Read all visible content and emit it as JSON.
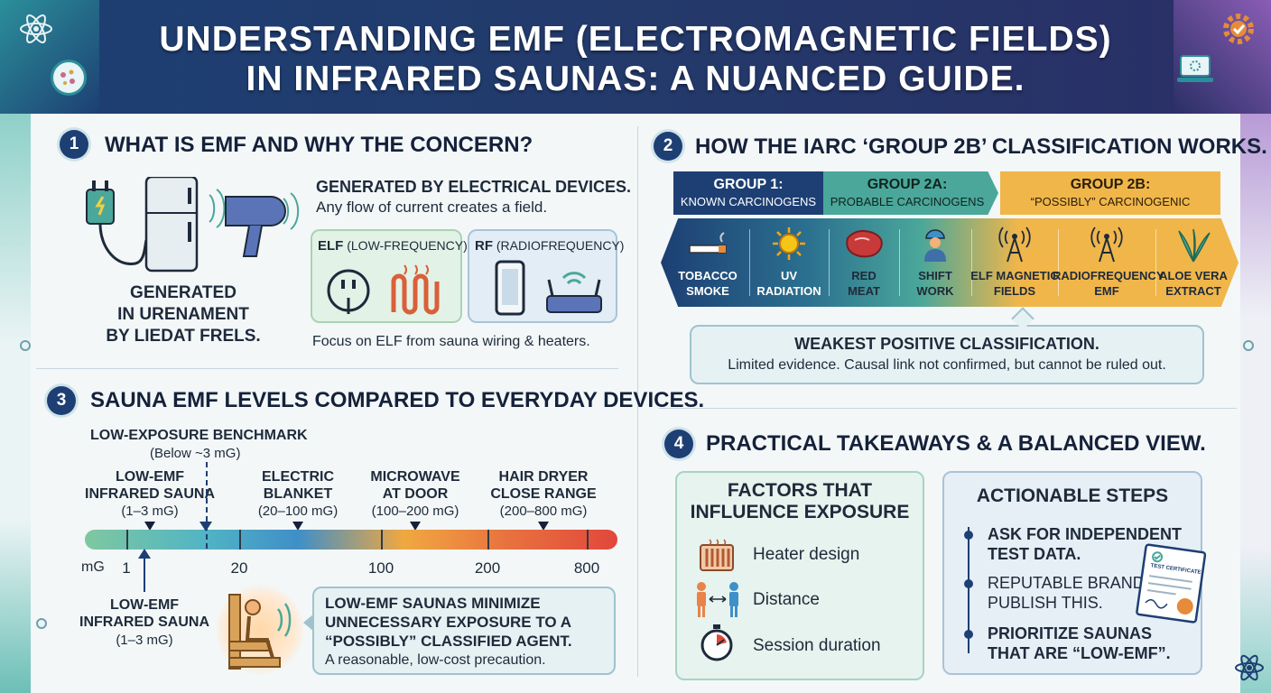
{
  "title": {
    "line1": "UNDERSTANDING EMF (ELECTROMAGNETIC FIELDS)",
    "line2": "IN INFRARED SAUNAS: A NUANCED GUIDE."
  },
  "s1": {
    "number": "1",
    "heading": "WHAT IS EMF AND WHY THE CONCERN?",
    "generated_heading": "GENERATED BY ELECTRICAL DEVICES.",
    "generated_sub": "Any flow of current creates a field.",
    "left_caption": [
      "GENERATED",
      "IN URENAMENT",
      "BY LIEDAT FRELS."
    ],
    "elf_label": "ELF",
    "elf_sub": "(LOW-FREQUENCY)",
    "rf_label": "RF",
    "rf_sub": "(RADIOFREQUENCY)",
    "focus": "Focus on ELF from sauna wiring & heaters."
  },
  "s2": {
    "number": "2",
    "heading": "HOW THE IARC ‘GROUP 2B’ CLASSIFICATION WORKS.",
    "groups": [
      {
        "name": "GROUP 1:",
        "desc": "KNOWN CARCINOGENS",
        "color": "#1d3f73"
      },
      {
        "name": "GROUP 2A:",
        "desc": "PROBABLE CARCINOGENS",
        "color": "#4aa79a"
      },
      {
        "name": "GROUP 2B:",
        "desc": "“POSSIBLY” CARCINOGENIC",
        "color": "#f0b64a"
      }
    ],
    "items": [
      {
        "l1": "TOBACCO",
        "l2": "SMOKE",
        "icon": "cigarette-icon"
      },
      {
        "l1": "UV",
        "l2": "RADIATION",
        "icon": "sun-icon"
      },
      {
        "l1": "RED",
        "l2": "MEAT",
        "icon": "steak-icon"
      },
      {
        "l1": "SHIFT",
        "l2": "WORK",
        "icon": "worker-icon"
      },
      {
        "l1": "ELF MAGNETIC",
        "l2": "FIELDS",
        "icon": "antenna-icon"
      },
      {
        "l1": "RADIOFREQUENCY",
        "l2": "EMF",
        "icon": "antenna-icon"
      },
      {
        "l1": "ALOE VERA",
        "l2": "EXTRACT",
        "icon": "aloe-icon"
      }
    ],
    "callout_title": "WEAKEST POSITIVE CLASSIFICATION.",
    "callout_sub": "Limited evidence. Causal link not confirmed, but cannot be ruled out."
  },
  "s3": {
    "number": "3",
    "heading": "SAUNA EMF LEVELS COMPARED TO EVERYDAY DEVICES.",
    "benchmark_title": "LOW-EXPOSURE BENCHMARK",
    "benchmark_sub": "(Below ~3 mG)",
    "labels": [
      {
        "l1": "LOW-EMF",
        "l2": "INFRARED SAUNA",
        "l3": "(1–3 mG)"
      },
      {
        "l1": "ELECTRIC",
        "l2": "BLANKET",
        "l3": "(20–100 mG)"
      },
      {
        "l1": "MICROWAVE",
        "l2": "AT DOOR",
        "l3": "(100–200 mG)"
      },
      {
        "l1": "HAIR DRYER",
        "l2": "CLOSE RANGE",
        "l3": "(200–800 mG)"
      }
    ],
    "scale_unit": "mG",
    "scale_ticks": [
      "1",
      "20",
      "100",
      "200",
      "800"
    ],
    "bottom_label": {
      "l1": "LOW-EMF",
      "l2": "INFRARED SAUNA",
      "l3": "(1–3 mG)"
    },
    "note_title": [
      "LOW-EMF SAUNAS MINIMIZE",
      "UNNECESSARY EXPOSURE TO A",
      "“POSSIBLY” CLASSIFIED AGENT."
    ],
    "note_sub": "A reasonable, low-cost precaution."
  },
  "s4": {
    "number": "4",
    "heading": "PRACTICAL TAKEAWAYS & A BALANCED VIEW.",
    "factors_title": [
      "FACTORS THAT",
      "INFLUENCE EXPOSURE"
    ],
    "factors": [
      "Heater design",
      "Distance",
      "Session duration"
    ],
    "steps_title": "ACTIONABLE STEPS",
    "steps": [
      {
        "l1": "ASK FOR INDEPENDENT",
        "l2": "TEST DATA.",
        "bold": true
      },
      {
        "l1": "REPUTABLE BRANDS",
        "l2": "PUBLISH THIS.",
        "bold": false
      },
      {
        "l1": "PRIORITIZE SAUNAS",
        "l2": "THAT ARE “LOW-EMF”.",
        "bold": true
      }
    ],
    "certificate_text": "TEST CERTIFICATE"
  },
  "colors": {
    "navy": "#1d3f73",
    "teal": "#4aa79a",
    "amber": "#f0b64a",
    "scale_start": "#7fc7a0",
    "scale_end": "#e2473b"
  }
}
